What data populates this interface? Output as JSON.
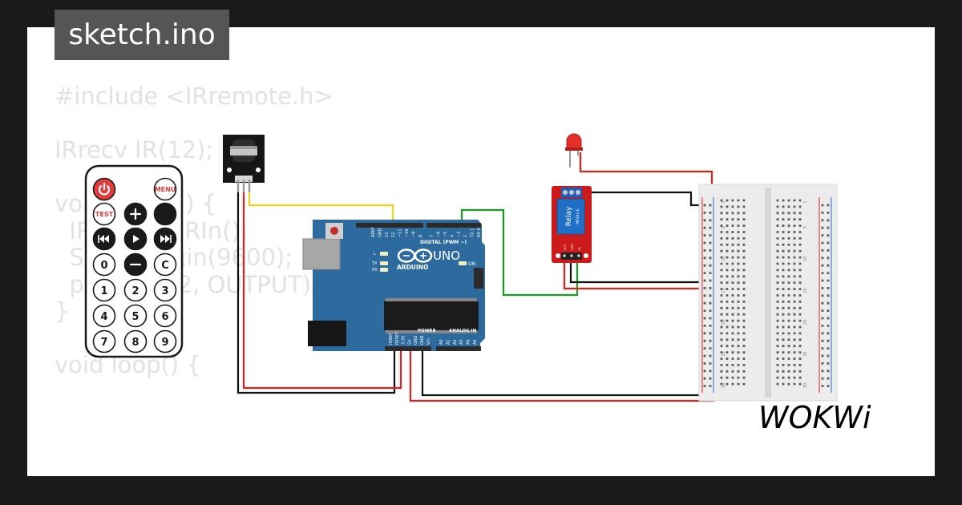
{
  "title": "sketch.ino",
  "code_lines": [
    "#include <IRremote.h>",
    "",
    "IRrecv IR(12);",
    "",
    "void setup() {",
    "  IR.enableIRIn();",
    "  Serial.begin(9600);",
    "  pinMode(2, OUTPUT);",
    "}",
    "",
    "void loop() {"
  ],
  "remote": {
    "buttons": [
      "",
      "MENU",
      "TEST",
      "+",
      "",
      "",
      "",
      "",
      "0",
      "−",
      "C",
      "1",
      "2",
      "3",
      "4",
      "5",
      "6",
      "7",
      "8",
      "9"
    ],
    "button_icons": [
      "power-icon",
      "",
      "",
      "plus-icon",
      "back-icon",
      "rewind-icon",
      "play-icon",
      "fast-forward-icon",
      "",
      "minus-icon",
      "",
      "",
      "",
      "",
      "",
      "",
      "",
      "",
      "",
      ""
    ]
  },
  "arduino": {
    "label_uno": "UNO",
    "label_arduino": "ARDUINO",
    "label_digital": "DIGITAL (PWM ~)",
    "label_power": "POWER",
    "label_analog": "ANALOG IN",
    "label_on": "ON",
    "label_l": "L",
    "label_tx": "TX",
    "label_rx": "RX",
    "top_pins": [
      "AREF",
      "GND",
      "13",
      "12",
      "~11",
      "~10",
      "~9",
      "8",
      "7",
      "~6",
      "~5",
      "4",
      "~3",
      "2",
      "TX 1",
      "RX 0"
    ],
    "power_pins": [
      "IOREF",
      "RESET",
      "3.3V",
      "5V",
      "GND",
      "GND",
      "Vin"
    ],
    "analog_pins": [
      "A0",
      "A1",
      "A2",
      "A3",
      "A4",
      "A5"
    ]
  },
  "relay": {
    "label": "Relay",
    "sublabel": "MODULE",
    "pins": [
      "VCC",
      "GND",
      "IN"
    ]
  },
  "breadboard": {
    "row_numbers": [
      "1",
      "5",
      "10",
      "15",
      "20",
      "25",
      "30"
    ]
  },
  "logo_text": "WOKWi",
  "colors": {
    "background": "#1a1a1a",
    "card": "#ffffff",
    "tab": "#555555",
    "arduino": "#2d6a9d",
    "relay": "#cc1a1a",
    "relay_coil": "#1f6fc7",
    "wire_red": "#e0201b",
    "wire_black": "#111111",
    "wire_green": "#12a01c",
    "wire_yellow": "#f2d21b",
    "led": "#e5302a"
  }
}
